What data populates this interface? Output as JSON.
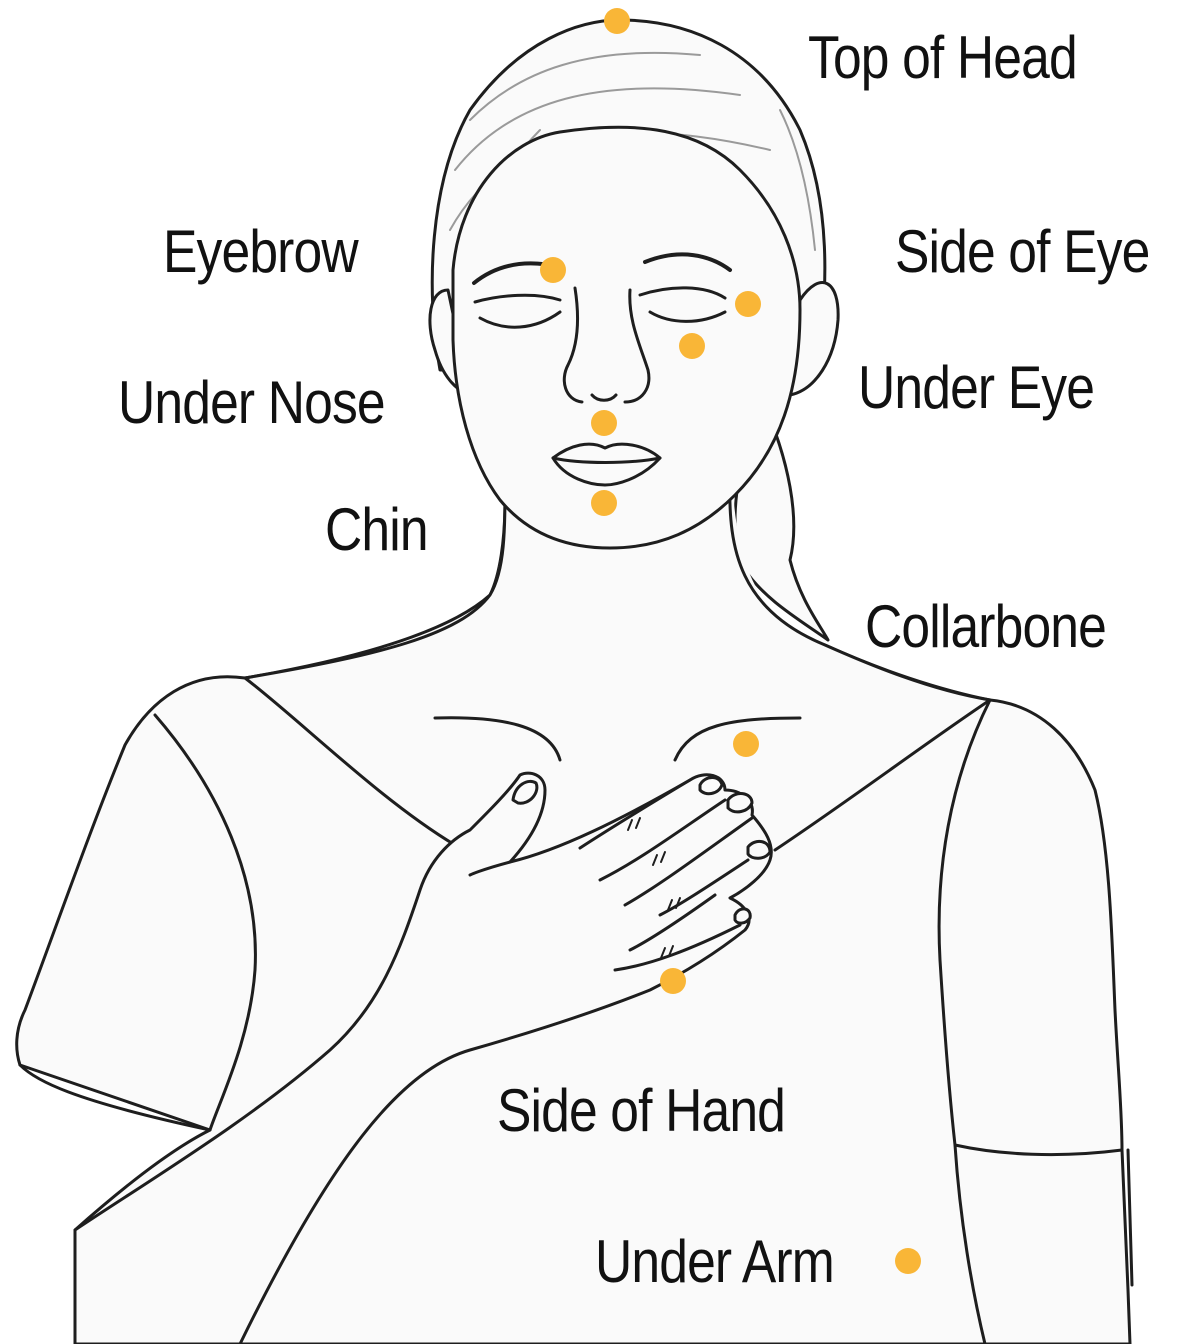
{
  "labels": {
    "top_of_head": "Top of Head",
    "eyebrow": "Eyebrow",
    "side_of_eye": "Side of Eye",
    "under_eye": "Under Eye",
    "under_nose": "Under Nose",
    "chin": "Chin",
    "collarbone": "Collarbone",
    "side_of_hand": "Side of Hand",
    "under_arm": "Under Arm"
  },
  "colors": {
    "point": "#f9b637",
    "line": "#1e1e1e",
    "fill": "#fafafa",
    "hair_lines": "#9a9a9a"
  }
}
